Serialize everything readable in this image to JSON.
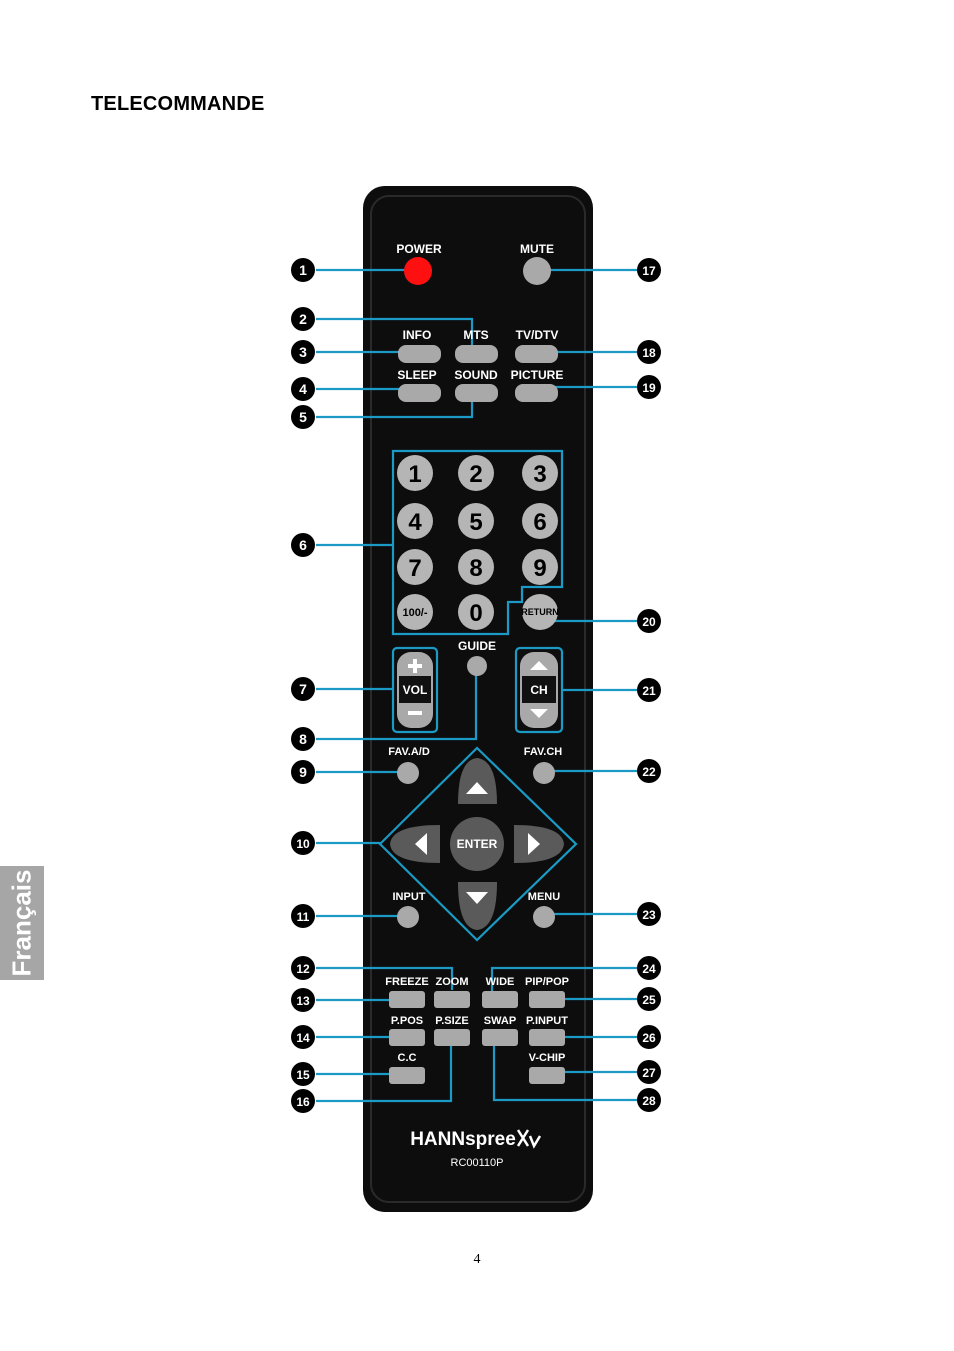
{
  "page": {
    "title": "TELECOMMANDE",
    "page_number": "4",
    "language_tab": "Français",
    "colors": {
      "accent_line": "#1a9ac4",
      "remote_body": "#0d0d0d",
      "power_button": "#ff1010",
      "lang_tab": "#a6a6a6"
    }
  },
  "remote": {
    "brand": "HANNspree",
    "model": "RC00110P",
    "labels": {
      "power": "POWER",
      "mute": "MUTE",
      "info": "INFO",
      "mts": "MTS",
      "tvdtv": "TV/DTV",
      "sleep": "SLEEP",
      "sound": "SOUND",
      "picture": "PICTURE",
      "guide": "GUIDE",
      "vol": "VOL",
      "ch": "CH",
      "fav_ad": "FAV.A/D",
      "fav_ch": "FAV.CH",
      "enter": "ENTER",
      "input": "INPUT",
      "menu": "MENU",
      "freeze": "FREEZE",
      "zoom": "ZOOM",
      "wide": "WIDE",
      "pippop": "PIP/POP",
      "ppos": "P.POS",
      "psize": "P.SIZE",
      "swap": "SWAP",
      "pinput": "P.INPUT",
      "cc": "C.C",
      "vchip": "V-CHIP",
      "return": "RETURN",
      "hundred": "100/-"
    },
    "digits": [
      "1",
      "2",
      "3",
      "4",
      "5",
      "6",
      "7",
      "8",
      "9",
      "0"
    ]
  },
  "callouts": [
    "1",
    "2",
    "3",
    "4",
    "5",
    "6",
    "7",
    "8",
    "9",
    "10",
    "11",
    "12",
    "13",
    "14",
    "15",
    "16",
    "17",
    "18",
    "19",
    "20",
    "21",
    "22",
    "23",
    "24",
    "25",
    "26",
    "27",
    "28"
  ]
}
